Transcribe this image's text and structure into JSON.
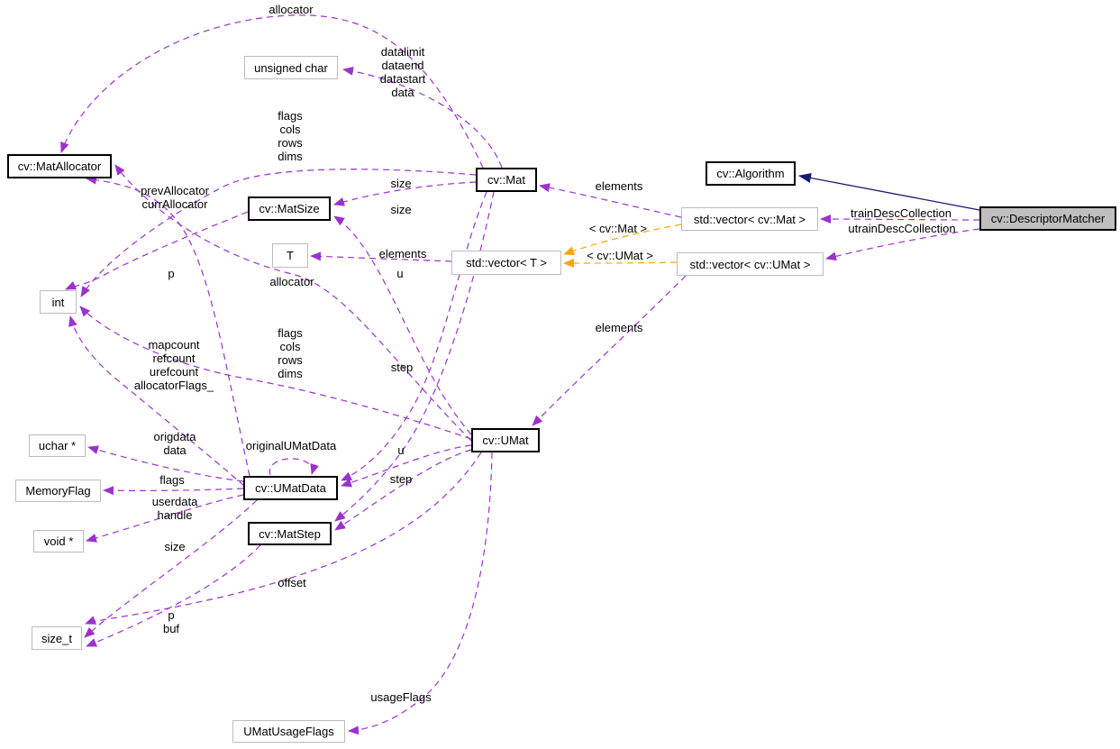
{
  "diagram": {
    "type": "collaboration-graph",
    "colors": {
      "usage_edge": "#9a32cd",
      "template_edge": "#ffa500",
      "inheritance_edge": "#191970",
      "class_border": "#000000",
      "leaf_border": "#bcbcbc",
      "current_node_fill": "#bfbfbf",
      "background": "#ffffff"
    },
    "nodes": {
      "matallocator": {
        "label": "cv::MatAllocator"
      },
      "unsigned_char": {
        "label": "unsigned char"
      },
      "mat": {
        "label": "cv::Mat"
      },
      "algorithm": {
        "label": "cv::Algorithm"
      },
      "descriptor_matcher": {
        "label": "cv::DescriptorMatcher"
      },
      "vector_mat": {
        "label": "std::vector< cv::Mat >"
      },
      "matsize": {
        "label": "cv::MatSize"
      },
      "t": {
        "label": "T"
      },
      "vector_t": {
        "label": "std::vector< T >"
      },
      "vector_umat": {
        "label": "std::vector< cv::UMat >"
      },
      "int": {
        "label": "int"
      },
      "uchar_ptr": {
        "label": "uchar *"
      },
      "memoryflag": {
        "label": "MemoryFlag"
      },
      "void_ptr": {
        "label": "void *"
      },
      "size_t": {
        "label": "size_t"
      },
      "umatdata": {
        "label": "cv::UMatData"
      },
      "matstep": {
        "label": "cv::MatStep"
      },
      "umat": {
        "label": "cv::UMat"
      },
      "umatusageflags": {
        "label": "UMatUsageFlags"
      }
    },
    "edges": [
      {
        "from": "cv::Mat",
        "to": "cv::MatAllocator",
        "label": "allocator",
        "style": "usage"
      },
      {
        "from": "cv::Mat",
        "to": "unsigned char",
        "label": "datalimit\ndataend\ndatastart\ndata",
        "style": "usage"
      },
      {
        "from": "cv::Mat",
        "to": "int",
        "label": "flags\ncols\nrows\ndims",
        "style": "usage"
      },
      {
        "from": "cv::Mat",
        "to": "cv::MatSize",
        "label": "size",
        "style": "usage"
      },
      {
        "from": "cv::UMat",
        "to": "cv::MatSize",
        "label": "size",
        "style": "usage"
      },
      {
        "from": "cv::Mat",
        "to": "cv::UMatData",
        "label": "u",
        "style": "usage"
      },
      {
        "from": "cv::Mat",
        "to": "cv::MatStep",
        "label": "step",
        "style": "usage"
      },
      {
        "from": "cv::UMat",
        "to": "cv::MatAllocator",
        "label": "allocator",
        "style": "usage"
      },
      {
        "from": "cv::UMat",
        "to": "int",
        "label": "flags\ncols\nrows\ndims",
        "style": "usage"
      },
      {
        "from": "cv::UMat",
        "to": "cv::UMatData",
        "label": "u",
        "style": "usage"
      },
      {
        "from": "cv::UMat",
        "to": "cv::MatStep",
        "label": "step",
        "style": "usage"
      },
      {
        "from": "cv::UMat",
        "to": "size_t",
        "label": "offset",
        "style": "usage"
      },
      {
        "from": "cv::UMat",
        "to": "UMatUsageFlags",
        "label": "usageFlags",
        "style": "usage"
      },
      {
        "from": "cv::UMatData",
        "to": "cv::MatAllocator",
        "label": "prevAllocator\ncurrAllocator",
        "style": "usage"
      },
      {
        "from": "cv::UMatData",
        "to": "int",
        "label": "mapcount\nrefcount\nurefcount\nallocatorFlags_",
        "style": "usage"
      },
      {
        "from": "cv::UMatData",
        "to": "uchar *",
        "label": "origdata\ndata",
        "style": "usage"
      },
      {
        "from": "cv::UMatData",
        "to": "MemoryFlag",
        "label": "flags",
        "style": "usage"
      },
      {
        "from": "cv::UMatData",
        "to": "void *",
        "label": "userdata\nhandle",
        "style": "usage"
      },
      {
        "from": "cv::UMatData",
        "to": "size_t",
        "label": "size",
        "style": "usage"
      },
      {
        "from": "cv::UMatData",
        "to": "cv::UMatData",
        "label": "originalUMatData",
        "style": "usage"
      },
      {
        "from": "cv::MatSize",
        "to": "int",
        "label": "p",
        "style": "usage"
      },
      {
        "from": "cv::MatStep",
        "to": "size_t",
        "label": "p\nbuf",
        "style": "usage"
      },
      {
        "from": "std::vector< cv::Mat >",
        "to": "cv::Mat",
        "label": "elements",
        "style": "usage"
      },
      {
        "from": "std::vector< T >",
        "to": "T",
        "label": "elements",
        "style": "usage"
      },
      {
        "from": "std::vector< cv::UMat >",
        "to": "cv::UMat",
        "label": "elements",
        "style": "usage"
      },
      {
        "from": "cv::DescriptorMatcher",
        "to": "std::vector< cv::Mat >",
        "label": "trainDescCollection",
        "style": "usage"
      },
      {
        "from": "cv::DescriptorMatcher",
        "to": "std::vector< cv::UMat >",
        "label": "utrainDescCollection",
        "style": "usage"
      },
      {
        "from": "cv::DescriptorMatcher",
        "to": "cv::Algorithm",
        "label": "",
        "style": "inheritance"
      },
      {
        "from": "std::vector< cv::Mat >",
        "to": "std::vector< T >",
        "label": "< cv::Mat >",
        "style": "template"
      },
      {
        "from": "std::vector< cv::UMat >",
        "to": "std::vector< T >",
        "label": "< cv::UMat >",
        "style": "template"
      }
    ]
  }
}
